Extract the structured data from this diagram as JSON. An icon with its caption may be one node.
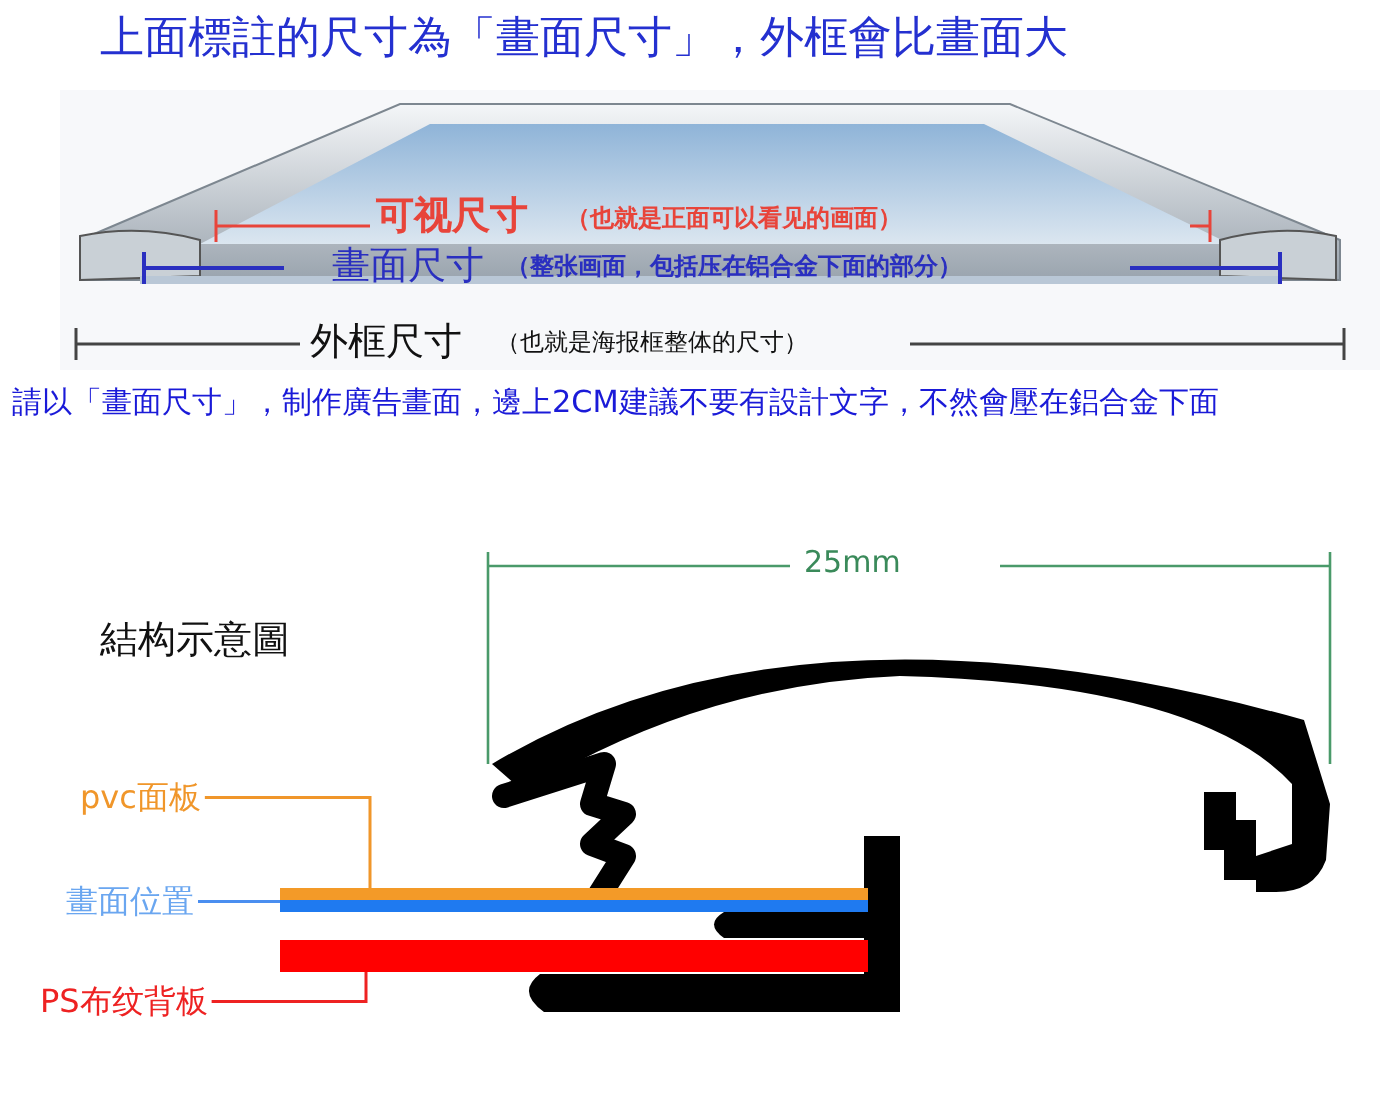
{
  "diagram": {
    "title": "上面標註的尺寸為「畫面尺寸」，外框會比畫面大",
    "nodes": [
      {
        "text": [
          "pvc面板"
        ]
      },
      {
        "text": [],
        "shape": "bar"
      },
      {
        "text": [
          "畫面位置"
        ]
      },
      {
        "text": [],
        "shape": "bar"
      },
      {
        "text": [
          "PS布纹背板"
        ]
      },
      {
        "text": [],
        "shape": "bar"
      }
    ],
    "edges": [
      {
        "from": 0,
        "to": 1,
        "arrow": "none",
        "color": "#f0962a"
      },
      {
        "from": 2,
        "to": 3,
        "arrow": "none",
        "color": "#4a8ef0"
      },
      {
        "from": 4,
        "to": 5,
        "arrow": "none",
        "color": "#ee2222"
      }
    ],
    "labels": [
      "可视尺寸",
      "（也就是正面可以看见的画面）",
      "畫面尺寸",
      "（整张画面，包括压在铝合金下面的部分）",
      "外框尺寸",
      "（也就是海报框整体的尺寸）",
      "請以「畫面尺寸」，制作廣告畫面，邊上2CM建議不要有設計文字，不然會壓在鋁合金下面",
      "25mm",
      "結构示意圖"
    ]
  }
}
